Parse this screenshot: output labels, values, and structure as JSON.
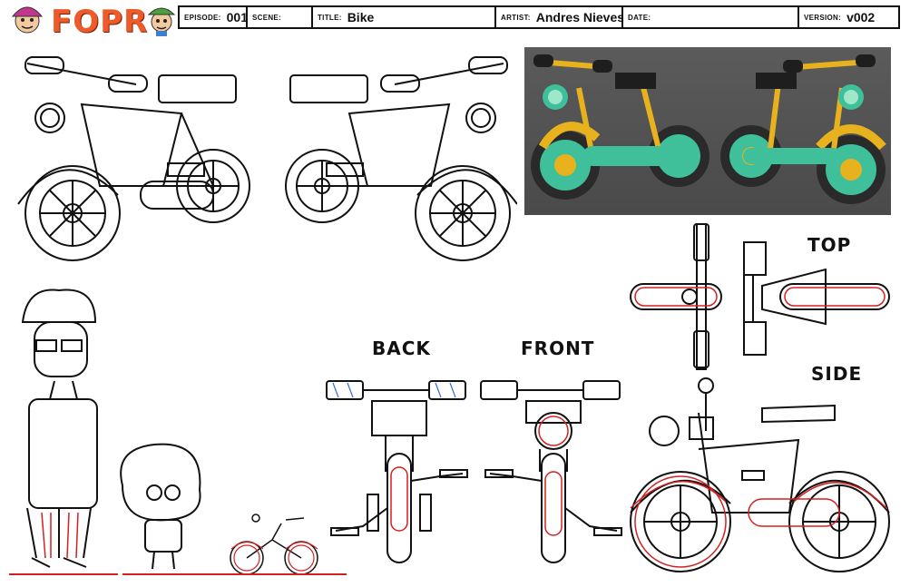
{
  "logo": {
    "text": "FOPR"
  },
  "header": {
    "episode_label": "EPISODE:",
    "episode_value": "001",
    "scene_label": "SCENE:",
    "scene_value": "",
    "title_label": "TITLE:",
    "title_value": "Bike",
    "artist_label": "ARTIST:",
    "artist_value": "Andres Nieves",
    "date_label": "DATE:",
    "date_value": "",
    "version_label": "VERSION:",
    "version_value": "v002"
  },
  "views": {
    "top": "TOP",
    "side": "SIDE",
    "back": "BACK",
    "front": "FRONT"
  },
  "colors": {
    "logo": "#ee5a2a",
    "render_bg": "#555555",
    "bike_yellow": "#e8b21e",
    "bike_teal": "#3fbf9a",
    "guide_red": "#d42020",
    "guide_blue": "#2f6fd0"
  }
}
